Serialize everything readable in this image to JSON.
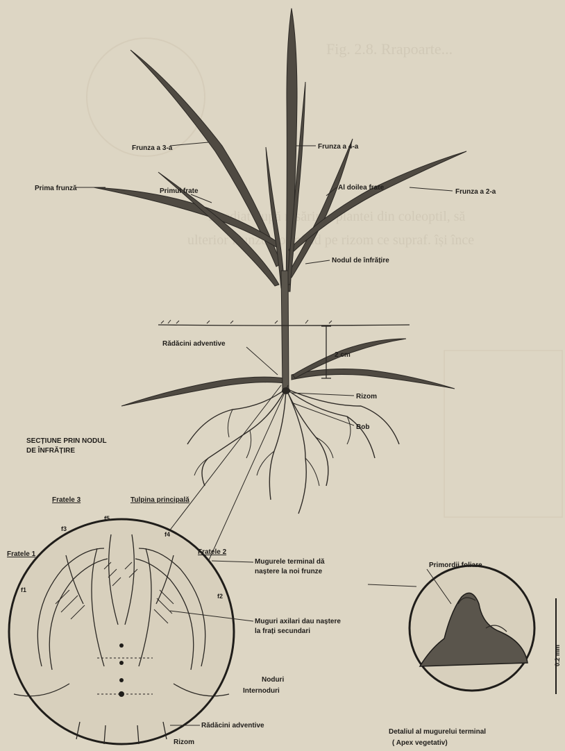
{
  "labels": {
    "frunza_3": "Frunza a 3-a",
    "frunza_4": "Frunza a 4-a",
    "prima_frunza": "Prima frunză",
    "primul_frate": "Primul frate",
    "al_doilea_frate": "Al doilea frate",
    "frunza_2": "Frunza a 2-a",
    "nodul_infratire": "Nodul de înfrățire",
    "radacini_adventive_top": "Rădăcini adventive",
    "distance": "2 cm",
    "rizom_top": "Rizom",
    "bob": "Bob",
    "sectiune": "SECȚIUNE PRIN NODUL DE ÎNFRĂȚIRE",
    "fratele_1": "Fratele 1",
    "fratele_3": "Fratele 3",
    "tulpina_principala": "Tulpina principală",
    "fratele_2": "Fratele 2",
    "muguri_terminali": "Mugurele terminal dă naștere la noi frunze",
    "muguri_axilari": "Muguri axilari dau naștere la frați secundari",
    "noduri": "Noduri",
    "internoduri": "Internoduri",
    "radacini_adventive_bottom": "Rădăcini adventive",
    "rizom_bottom": "Rizom",
    "primordii_foliare": "Primordii foliare",
    "detaliu": "Detaliul al mugurelui terminal",
    "apex": "( Apex vegetativ)",
    "f1": "f1",
    "f2": "f2",
    "f3": "f3",
    "f4": "f4",
    "f5": "f5",
    "scale": "0.2 mm"
  },
  "background_text": {
    "line1": "Fig. 2.8. Rrapoarte...",
    "line2": "Imediat după răsărirea plantei din coleoptil, să",
    "line3": "ulterior frunze, formând pe rizom ce supraf. își înce"
  },
  "colors": {
    "paper": "#ddd6c4",
    "ink": "#2a2723",
    "leaf": "#4f4a42"
  }
}
